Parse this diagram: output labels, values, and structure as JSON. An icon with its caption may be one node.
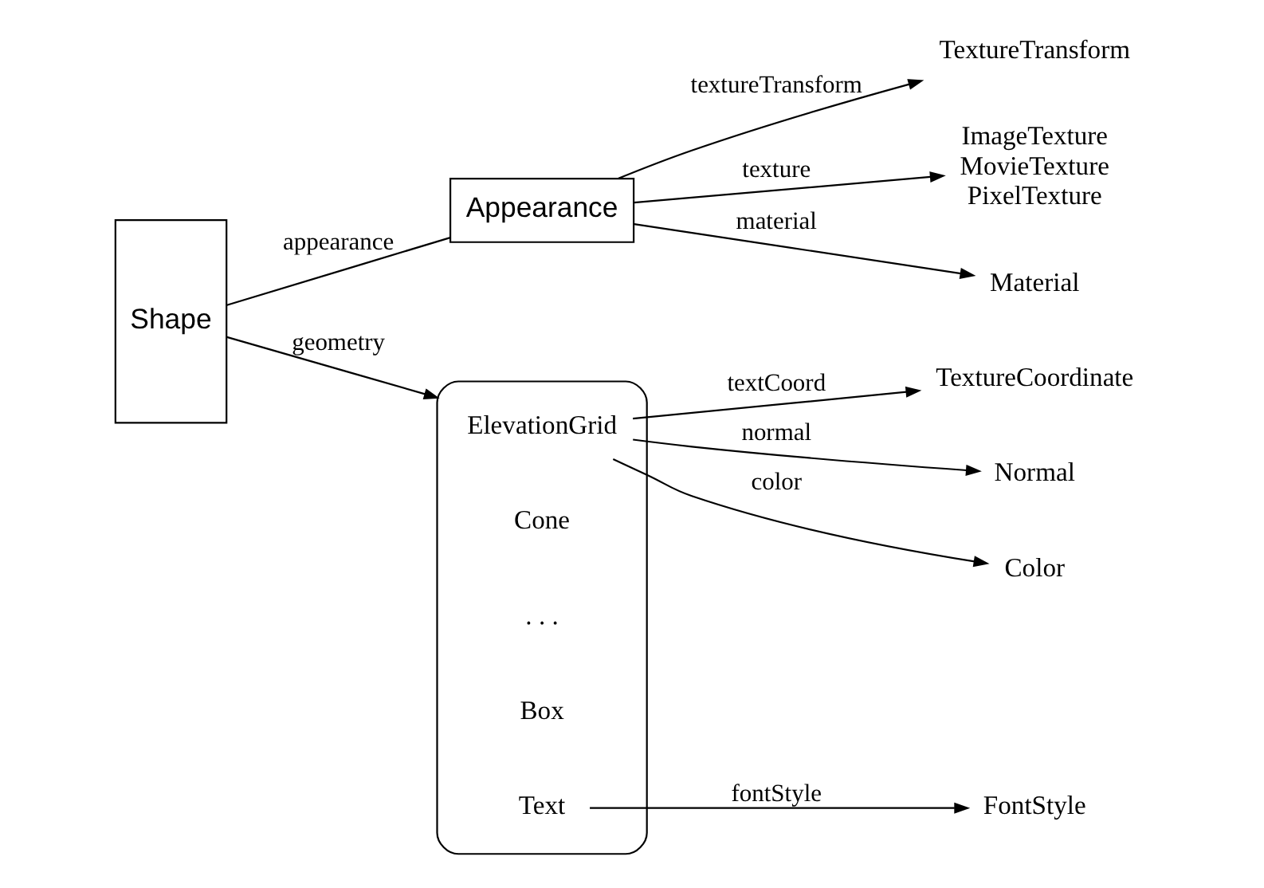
{
  "diagram": {
    "nodes": [
      {
        "text": [
          "Shape"
        ]
      },
      {
        "text": [
          "Appearance"
        ]
      },
      {
        "text": [
          "TextureTransform"
        ]
      },
      {
        "text": [
          "ImageTexture",
          "MovieTexture",
          "PixelTexture"
        ]
      },
      {
        "text": [
          "Material"
        ]
      },
      {
        "text": [],
        "shape": "brace"
      },
      {
        "text": [
          "ElevationGrid"
        ],
        "in": 5
      },
      {
        "text": [
          "Cone"
        ],
        "in": 5
      },
      {
        "text": [
          ". . ."
        ],
        "in": 5
      },
      {
        "text": [
          "Box"
        ],
        "in": 5
      },
      {
        "text": [
          "Text"
        ],
        "in": 5
      },
      {
        "text": [
          "TextureCoordinate"
        ]
      },
      {
        "text": [
          "Normal"
        ]
      },
      {
        "text": [
          "Color"
        ]
      },
      {
        "text": [
          "FontStyle"
        ]
      }
    ],
    "edges": [
      {
        "from": 0,
        "to": 1,
        "arrow": "none",
        "label": "appearance"
      },
      {
        "from": 1,
        "to": 2,
        "arrow": "to",
        "label": "textureTransform"
      },
      {
        "from": 1,
        "to": 3,
        "arrow": "to",
        "label": "texture"
      },
      {
        "from": 1,
        "to": 4,
        "arrow": "to",
        "label": "material"
      },
      {
        "from": 0,
        "to": 5,
        "arrow": "to",
        "label": "geometry"
      },
      {
        "from": 6,
        "to": 11,
        "arrow": "to",
        "label": "textCoord"
      },
      {
        "from": 6,
        "to": 12,
        "arrow": "to",
        "label": "normal"
      },
      {
        "from": 6,
        "to": 13,
        "arrow": "to",
        "label": "color"
      },
      {
        "from": 10,
        "to": 14,
        "arrow": "to",
        "label": "fontStyle"
      }
    ]
  }
}
